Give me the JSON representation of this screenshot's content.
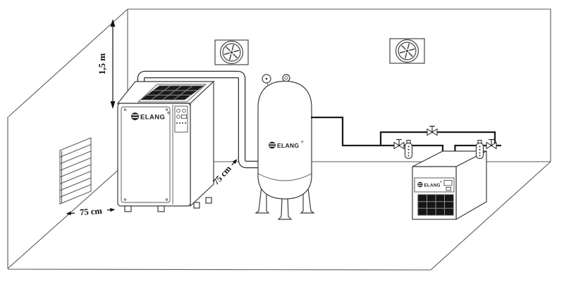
{
  "diagram": {
    "type": "air-compressor-room-installation-diagram",
    "background": "#ffffff",
    "line_color": "#5a5a5a",
    "pipe_color": "#1c1c1c",
    "grille_color": "#161616"
  },
  "brand": {
    "name": "ELANG",
    "reg": "®"
  },
  "dimensions": {
    "height": "1,5 m",
    "left_clearance": "75 cm",
    "tank_clearance": "75 cm"
  },
  "icons": [
    "ventilation-fan-icon",
    "ventilation-fan-icon",
    "louver-vent-icon",
    "pressure-gauge-icon",
    "lifting-ring-icon",
    "shutoff-valve-icon",
    "shutoff-valve-icon",
    "shutoff-valve-icon",
    "air-filter-icon",
    "air-filter-icon"
  ],
  "equipment": {
    "compressor_logo": "ELANG",
    "tank_logo": "ELANG",
    "dryer_logo": "ELANG"
  }
}
